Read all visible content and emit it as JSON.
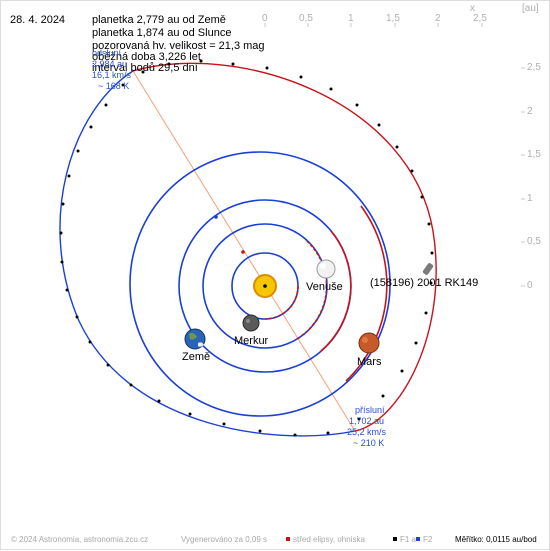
{
  "header": {
    "date": "28. 4. 2024",
    "info_lines": [
      "planetka 2,779 au od Země",
      "planetka 1,874 au od Slunce",
      "pozorovaná hv. velikost = 21,3 mag",
      "oběžná doba 3,226 let",
      "interval bodů 29,5 dní"
    ]
  },
  "aphelion": {
    "title": "odsluní",
    "distance": "2,984 au",
    "speed": "16,1 km/s",
    "temp": "~ 168 K"
  },
  "perihelion": {
    "title": "přísluní",
    "distance": "1,702 au",
    "speed": "25,2 km/s",
    "temp": "~ 210 K"
  },
  "axes": {
    "top_ticks": [
      "0",
      "0,5",
      "1",
      "1,5",
      "2",
      "2,5"
    ],
    "top_unit": "x",
    "right_ticks": [
      "2,5",
      "2",
      "1,5",
      "1",
      "0,5",
      "0"
    ],
    "right_unit": "[au]"
  },
  "bodies": {
    "venus": "Venuše",
    "mercury": "Merkur",
    "earth": "Země",
    "mars": "Mars",
    "asteroid": "(158196) 2001 RK149"
  },
  "footer": {
    "copyright": "© 2024 Astronomia, astronomia.zcu.cz",
    "generated": "Vygenerováno za 0,09 s",
    "center_legend": "střed elipsy, ohniska",
    "f1": "F1 a",
    "f2": "F2",
    "scale": "Měřítko: 0,0115 au/bod"
  },
  "colors": {
    "blue": "#1a3fd6",
    "red": "#c8121a",
    "sun": "#f2c200",
    "salmon": "#f4a07a"
  },
  "icons": {
    "sun": "sun-icon",
    "venus": "venus-icon",
    "mercury": "mercury-icon",
    "earth": "earth-icon",
    "mars": "mars-icon",
    "asteroid": "asteroid-icon"
  }
}
